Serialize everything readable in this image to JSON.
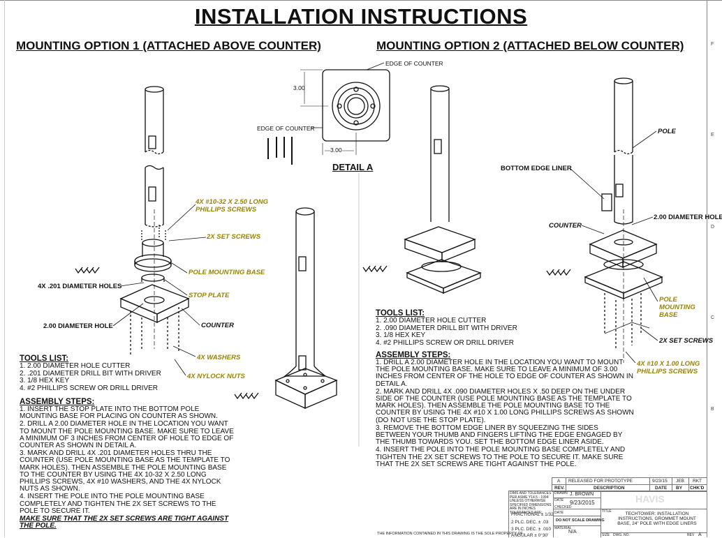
{
  "title": "INSTALLATION INSTRUCTIONS",
  "option1": {
    "heading": "MOUNTING OPTION 1 (ATTACHED ABOVE COUNTER)",
    "labels": {
      "screws": "4X #10-32 X 2.50 LONG PHILLIPS SCREWS",
      "set_screws": "2X SET SCREWS",
      "pole_mounting_base": "POLE MOUNTING BASE",
      "holes": "4X .201 DIAMETER HOLES",
      "stop_plate": "STOP PLATE",
      "hole": "2.00 DIAMETER HOLE",
      "counter": "COUNTER",
      "washers": "4X WASHERS",
      "nuts": "4X NYLOCK NUTS"
    },
    "tools_heading": "TOOLS LIST:",
    "tools": [
      "1. 2.00 DIAMETER HOLE CUTTER",
      "2. .201 DIAMETER DRILL BIT WITH DRIVER",
      "3. 1/8 HEX KEY",
      "4. #2 PHILLIPS SCREW OR DRILL DRIVER"
    ],
    "steps_heading": "ASSEMBLY STEPS:",
    "steps": [
      "1. INSERT THE STOP PLATE INTO THE BOTTOM POLE MOUNTING BASE FOR PLACING ON COUNTER AS SHOWN.",
      "2. DRILL A 2.00 DIAMETER HOLE IN THE LOCATION YOU WANT TO MOUNT THE POLE MOUNTING BASE. MAKE SURE TO LEAVE A MINIMUM OF 3 INCHES FROM CENTER OF HOLE TO EDGE OF COUNTER AS SHOWN IN DETAIL A.",
      "3. MARK AND DRILL 4X .201 DIAMETER HOLES THRU THE COUNTER (USE POLE MOUNTING BASE AS THE TEMPLATE TO MARK HOLES). THEN ASSEMBLE THE POLE MOUNTING BASE TO THE COUNTER BY USING THE 4X 10-32 X 2.50 LONG PHILLIPS SCREWS, 4X #10 WASHERS, AND THE 4X NYLOCK NUTS AS SHOWN.",
      "4. INSERT THE POLE INTO THE POLE MOUNTING BASE COMPLETELY AND TIGHTEN THE 2X SET SCREWS TO THE POLE TO SECURE IT.",
      "MAKE SURE THAT THE 2X SET SCREWS ARE TIGHT AGAINST THE POLE."
    ]
  },
  "detail": {
    "edge_top": "EDGE OF COUNTER",
    "edge_left": "EDGE OF COUNTER",
    "dim_vertical": "3.00",
    "dim_horizontal": "3.00",
    "label": "DETAIL A"
  },
  "option2": {
    "heading": "MOUNTING OPTION 2 (ATTACHED BELOW COUNTER)",
    "labels": {
      "pole": "POLE",
      "edge_liner": "BOTTOM EDGE LINER",
      "hole": "2.00 DIAMETER HOLE",
      "counter": "COUNTER",
      "pole_mounting_base": "POLE MOUNTING BASE",
      "set_screws": "2X SET SCREWS",
      "screws": "4X #10 X 1.00 LONG PHILLIPS SCREWS"
    },
    "tools_heading": "TOOLS LIST:",
    "tools": [
      "1. 2.00 DIAMETER HOLE CUTTER",
      "2. .090 DIAMETER DRILL BIT WITH DRIVER",
      "3. 1/8 HEX KEY",
      "4. #2 PHILLIPS SCREW OR DRILL DRIVER"
    ],
    "steps_heading": "ASSEMBLY STEPS:",
    "steps": [
      "1. DRILL A 2.00 DIAMETER HOLE IN THE LOCATION YOU WANT TO MOUNT THE POLE MOUNTING BASE. MAKE SURE TO LEAVE A MINIMUM OF 3.00 INCHES FROM CENTER OF THE HOLE TO EDGE OF COUNTER AS SHOWN IN DETAIL A.",
      "2. MARK AND DRILL 4X .090 DIAMETER HOLES X .50 DEEP ON THE UNDER SIDE OF THE COUNTER (USE POLE MOUNTING BASE AS THE TEMPLATE TO MARK HOLES). THEN ASSEMBLE THE POLE MOUNTING BASE TO THE COUNTER BY USING THE 4X #10 X 1.00 LONG PHILLIPS SCREWS AS SHOWN (DO NOT USE THE STOP PLATE).",
      "3. REMOVE THE BOTTOM EDGE LINER BY SQUEEZING THE SIDES BETWEEN YOUR THUMB AND FINGERS LIFTING THE EDGE ENGAGED BY THE THUMB TOWARDS YOU. SET THE BOTTOM EDGE LINER ASIDE.",
      "4. INSERT THE POLE INTO THE POLE MOUNTING BASE COMPLETELY AND TIGHTEN THE 2X SET SCREWS TO THE POLE TO SECURE IT. MAKE SURE THAT THE 2X SET SCREWS ARE TIGHT AGAINST THE POLE."
    ]
  },
  "title_block": {
    "rev_letter": "A",
    "rev_desc": "RELEASED FOR PROTOTYPE",
    "rev_date": "9/23/15",
    "rev_by": "JEB",
    "rev_chkd": "RKT",
    "col_rev": "REV.",
    "col_desc": "DESCRIPTION",
    "col_date": "DATE",
    "col_by": "BY",
    "col_chkd": "CHK'D",
    "dims_note": "DIMS AND TOLERANCES PER ASME Y14.5 - 1994",
    "units_note": "UNLESS OTHERWISE SPECIFIED DIMENSIONS ARE IN INCHES TOLERANCES ARE:",
    "fractional": "FRACTIONAL ± 1/32",
    "two_plc": "2 PLC. DEC.   ± .03",
    "three_plc": "3 PLC. DEC.   ± .010",
    "angular": "ANGULAR  ±  0°30'",
    "drawn_label": "DRAWN",
    "drawn_by": "J. BROWN",
    "date_label": "DATE",
    "date": "9/23/2015",
    "checked_label": "CHECKED",
    "date_label2": "DATE",
    "no_scale": "DO NOT SCALE DRAWING",
    "material_label": "MATERIAL",
    "material": "N/A",
    "company": "HAVIS",
    "title_label": "TITLE",
    "drawing_title": "TECHTOWER: INSTALLATION INSTRUCTIONS, GROMMET MOUNT BASE, 24\" POLE WITH EDGE LINERS",
    "size_label": "SIZE",
    "dwg_label": "DWG. NO.",
    "rev_label": "REV",
    "rev_value": "A",
    "proprietary": "THE INFORMATION CONTAINED IN THIS DRAWING IS THE SOLE PROPERTY OF"
  },
  "edge_letters": [
    "F",
    "E",
    "D",
    "C",
    "B"
  ]
}
